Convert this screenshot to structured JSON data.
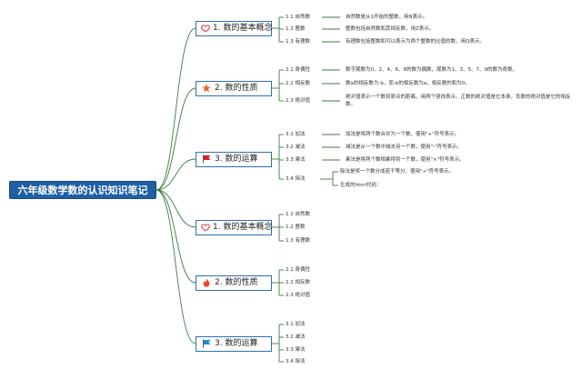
{
  "root": "六年级数学数的认识知识笔记",
  "branches": [
    {
      "label": "1. 数的基本概念",
      "icon": "heart-icon",
      "icon_color": "#e23b3b",
      "leaves": [
        {
          "label": "1.1 自然数",
          "desc": "自然数是从1开始的整数，用N表示。"
        },
        {
          "label": "1.2 整数",
          "desc": "整数包括自然数和其相反数，用Z表示。"
        },
        {
          "label": "1.3 有理数",
          "desc": "有理数包括整数和可以表示为两个整数的比值的数，用Q表示。"
        }
      ]
    },
    {
      "label": "2. 数的性质",
      "icon": "star-icon",
      "icon_color": "#e8652a",
      "leaves": [
        {
          "label": "2.1 奇偶性",
          "desc": "数字尾数为0、2、4、6、8的数为偶数，尾数为1、3、5、7、9的数为奇数。"
        },
        {
          "label": "2.2 相反数",
          "desc": "数a的相反数为-b，而-b的相反数为a，相反数的和为0。"
        },
        {
          "label": "2.3 绝对值",
          "desc": "绝对值表示一个数到原点的距离，用两个竖线表示。正数的绝对值是它本身，负数的绝对值是它的相反数。"
        }
      ]
    },
    {
      "label": "3. 数的运算",
      "icon": "flag-icon",
      "icon_color": "#d61f2a",
      "leaves": [
        {
          "label": "3.1 加法",
          "desc": "加法是将两个数合并为一个数，使用\"+\"符号表示。"
        },
        {
          "label": "3.2 减法",
          "desc": "减法是从一个数中减去另一个数，使用\"-\"符号表示。"
        },
        {
          "label": "3.3 乘法",
          "desc": "乘法是将两个数相乘得到一个数，使用\"×\"符号表示。"
        },
        {
          "label": "3.4 除法",
          "descs": [
            "除法是将一个数分成若干等分，使用\"÷\"符号表示。",
            "生成的html代码："
          ]
        }
      ]
    },
    {
      "label": "1. 数的基本概念",
      "icon": "heart-icon",
      "icon_color": "#e23b3b",
      "leaves": [
        {
          "label": "1.1 自然数"
        },
        {
          "label": "1.2 整数"
        },
        {
          "label": "1.3 有理数"
        }
      ]
    },
    {
      "label": "2. 数的性质",
      "icon": "fire-icon",
      "icon_color": "#e8452a",
      "leaves": [
        {
          "label": "2.1 奇偶性"
        },
        {
          "label": "2.2 相反数"
        },
        {
          "label": "2.3 绝对值"
        }
      ]
    },
    {
      "label": "3. 数的运算",
      "icon": "flag-icon",
      "icon_color": "#1e8fd6",
      "leaves": [
        {
          "label": "3.1 加法"
        },
        {
          "label": "3.2 减法"
        },
        {
          "label": "3.3 乘法"
        },
        {
          "label": "3.4 除法"
        }
      ]
    }
  ]
}
